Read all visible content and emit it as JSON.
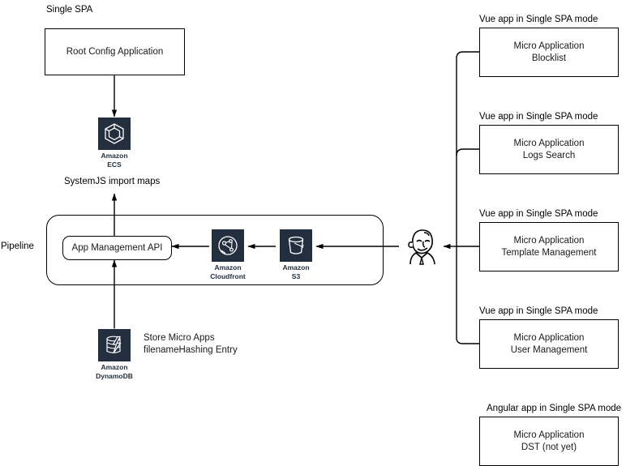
{
  "diagram": {
    "title_left": "Single SPA",
    "pipeline_label": "Pipeline",
    "systemjs_label": "SystemJS import maps",
    "dynamo_note_line1": "Store Micro Apps",
    "dynamo_note_line2": "filenameHashing Entry"
  },
  "boxes": {
    "root_config": "Root Config Application",
    "app_management_api": "App Management API"
  },
  "icons": {
    "ecs": {
      "name": "amazon-ecs-icon",
      "caption_line1": "Amazon",
      "caption_line2": "ECS"
    },
    "cloudfront": {
      "name": "amazon-cloudfront-icon",
      "caption_line1": "Amazon",
      "caption_line2": "Cloudfront"
    },
    "s3": {
      "name": "amazon-s3-icon",
      "caption_line1": "Amazon",
      "caption_line2": "S3"
    },
    "dynamodb": {
      "name": "amazon-dynamodb-icon",
      "caption_line1": "Amazon",
      "caption_line2": "DynamoDB"
    },
    "user": {
      "name": "user-person-icon"
    }
  },
  "micro_apps": [
    {
      "id": "blocklist",
      "caption": "Vue app in Single SPA mode",
      "title": "Micro Application",
      "subtitle": "Blocklist",
      "connected": true
    },
    {
      "id": "logs-search",
      "caption": "Vue app in Single SPA mode",
      "title": "Micro Application",
      "subtitle": "Logs Search",
      "connected": true
    },
    {
      "id": "template-management",
      "caption": "Vue app in Single SPA mode",
      "title": "Micro Application",
      "subtitle": "Template Management",
      "connected": true
    },
    {
      "id": "user-management",
      "caption": "Vue app in Single SPA mode",
      "title": "Micro Application",
      "subtitle": "User Management",
      "connected": true
    },
    {
      "id": "dst",
      "caption": "Angular app in Single SPA mode",
      "title": "Micro Application",
      "subtitle": "DST (not yet)",
      "connected": false
    }
  ],
  "colors": {
    "aws_navy": "#232F3E",
    "stroke": "#000000",
    "text": "#1a1a1a",
    "background": "#ffffff"
  }
}
